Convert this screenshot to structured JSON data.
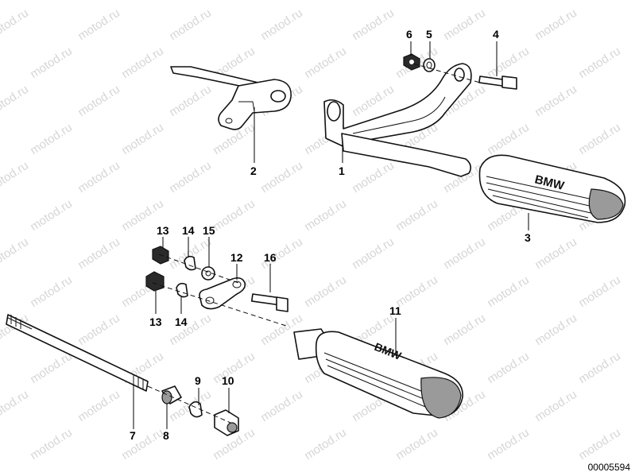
{
  "watermark": "motod.ru",
  "document_id": "00005594",
  "callouts": {
    "c1": "1",
    "c2": "2",
    "c3": "3",
    "c4": "4",
    "c5": "5",
    "c6": "6",
    "c7": "7",
    "c8": "8",
    "c9": "9",
    "c10": "10",
    "c11": "11",
    "c12": "12",
    "c13a": "13",
    "c13b": "13",
    "c14a": "14",
    "c14b": "14",
    "c15": "15",
    "c16": "16"
  },
  "logo_text": "BMW"
}
